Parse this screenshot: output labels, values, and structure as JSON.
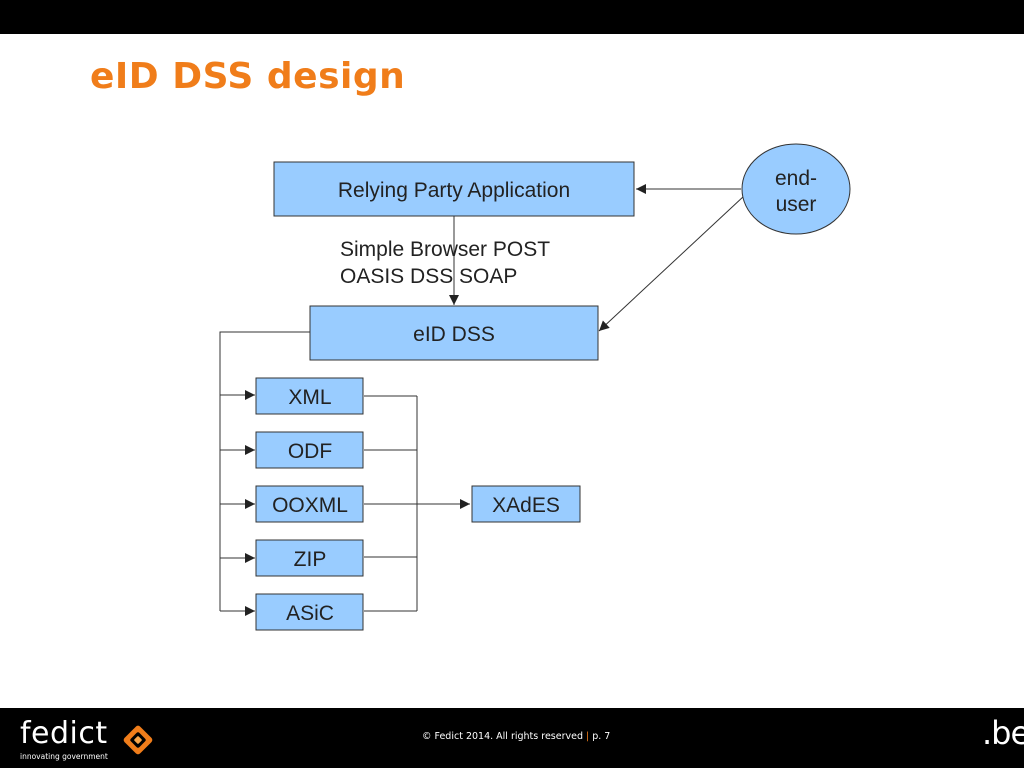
{
  "slide": {
    "title": "eID DSS design"
  },
  "diagram": {
    "relying_party": "Relying Party Application",
    "end_user": [
      "end-",
      "user"
    ],
    "protocols": [
      "Simple Browser POST",
      "OASIS DSS SOAP"
    ],
    "eid_dss": "eID DSS",
    "formats": [
      "XML",
      "ODF",
      "OOXML",
      "ZIP",
      "ASiC"
    ],
    "xades": "XAdES",
    "colors": {
      "box_fill": "#99ccff",
      "box_stroke": "#333333",
      "line": "#333333"
    }
  },
  "footer": {
    "logo_text": "fedict",
    "logo_tagline": "innovating government",
    "copyright": "© Fedict 2014. All rights reserved",
    "separator": "|",
    "page": "p. 7",
    "be_mark": ".be"
  }
}
